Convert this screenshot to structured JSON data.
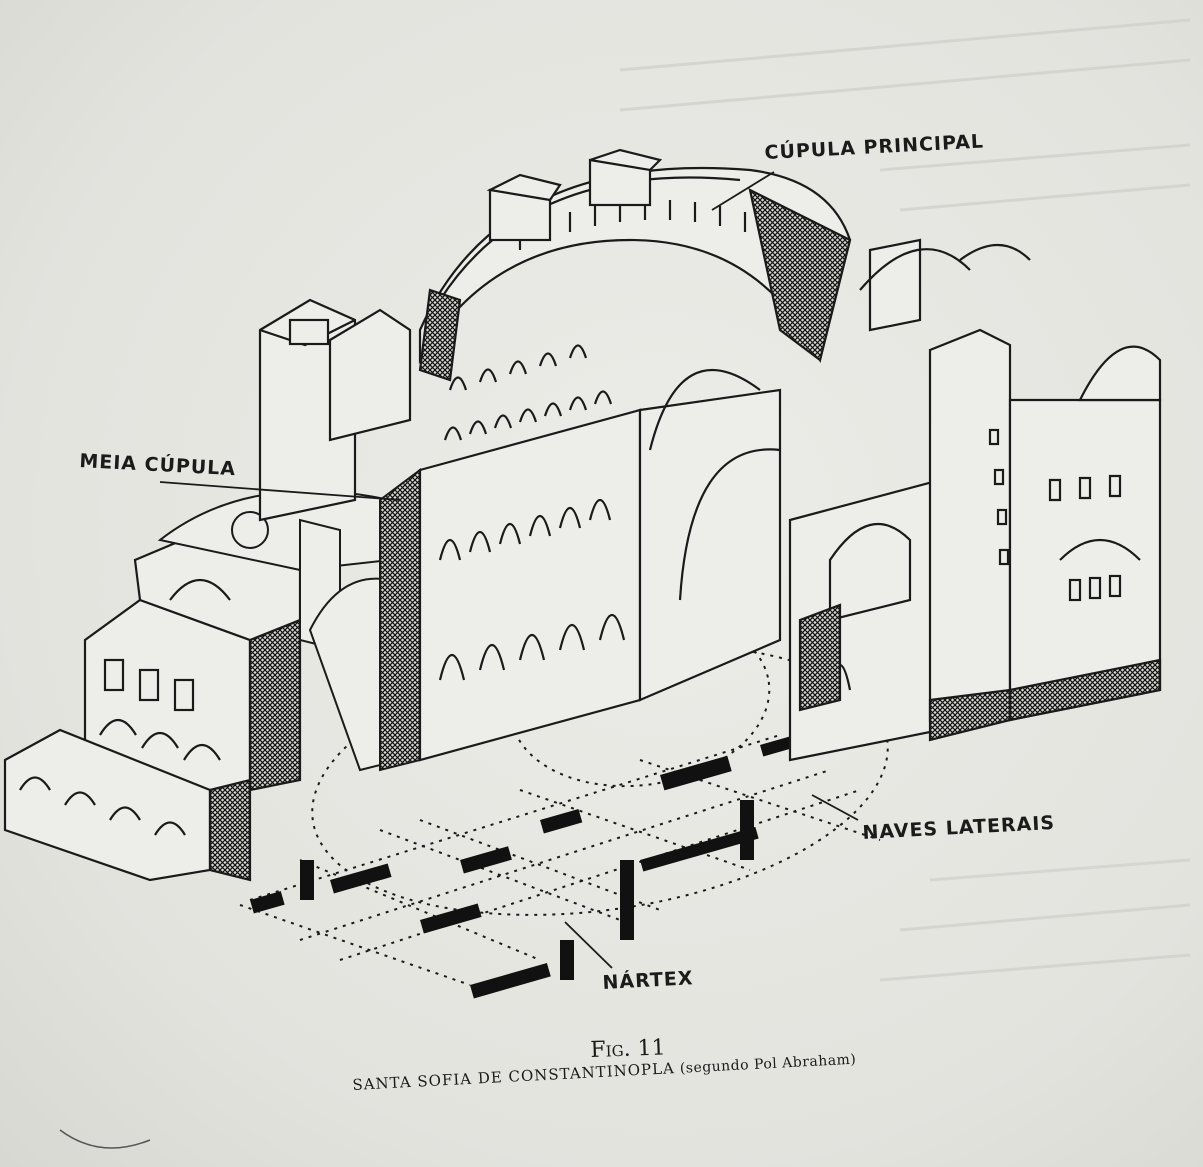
{
  "figure": {
    "number": "Fig. 11",
    "caption_main": "SANTA SOFIA DE CONSTANTINOPLA",
    "caption_note": "(segundo Pol Abraham)"
  },
  "labels": {
    "cupula_principal": "CÚPULA PRINCIPAL",
    "meia_cupula": "MEIA CÚPULA",
    "naves_laterais": "NAVES LATERAIS",
    "nartex": "NÁRTEX"
  },
  "colors": {
    "paper": "#e6e6e2",
    "ink": "#1b1b1b"
  }
}
